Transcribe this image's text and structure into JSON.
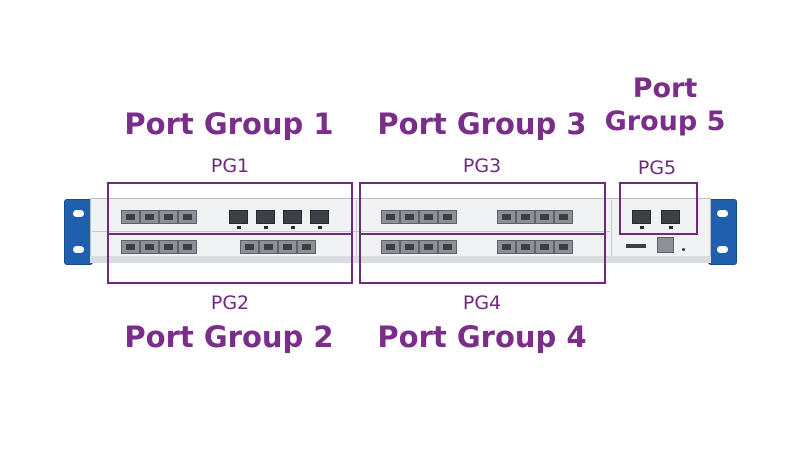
{
  "groups": [
    {
      "code": "PG1",
      "label": "Port Group 1"
    },
    {
      "code": "PG2",
      "label": "Port Group 2"
    },
    {
      "code": "PG3",
      "label": "Port Group 3"
    },
    {
      "code": "PG4",
      "label": "Port Group 4"
    },
    {
      "code": "PG5",
      "label": "Port\nGroup 5"
    }
  ],
  "colors": {
    "accent": "#7a2e8a",
    "rack_ear": "#1f5fae",
    "chassis": "#f1f2f4"
  }
}
